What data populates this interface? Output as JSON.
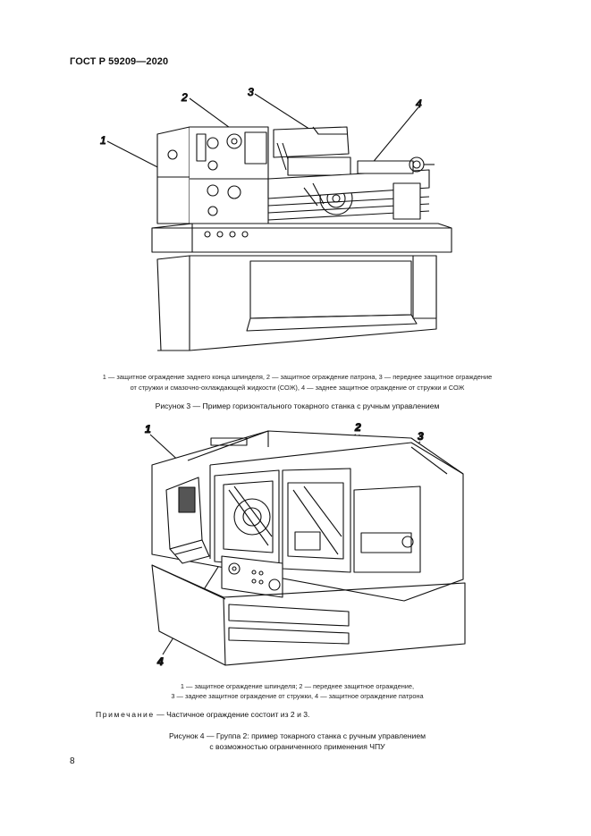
{
  "header": {
    "standard": "ГОСТ Р 59209—2020"
  },
  "figure3": {
    "callouts": [
      "1",
      "2",
      "3",
      "4"
    ],
    "legend_line1": "1 — защитное ограждение заднего конца шпинделя, 2 — защитное ограждение патрона, 3 — переднее защитное ограждение",
    "legend_line2": "от стружки и смазочно-охлаждающей жидкости (СОЖ), 4 — заднее защитное ограждение от стружки и СОЖ",
    "caption": "Рисунок 3 — Пример горизонтального токарного станка с ручным управлением"
  },
  "figure4": {
    "callouts": [
      "1",
      "2",
      "3",
      "4"
    ],
    "legend_line1": "1 — защитное ограждение шпинделя; 2 — переднее защитное ограждение,",
    "legend_line2": "3 — заднее защитное ограждение от стружки, 4 — защитное ограждение патрона",
    "caption_line1": "Рисунок 4 — Группа 2: пример токарного станка с ручным управлением",
    "caption_line2": "с возможностью ограниченного применения ЧПУ"
  },
  "note": {
    "label": "Примечание",
    "text": " — Частичное ограждение состоит из 2 и 3."
  },
  "page_number": "8"
}
